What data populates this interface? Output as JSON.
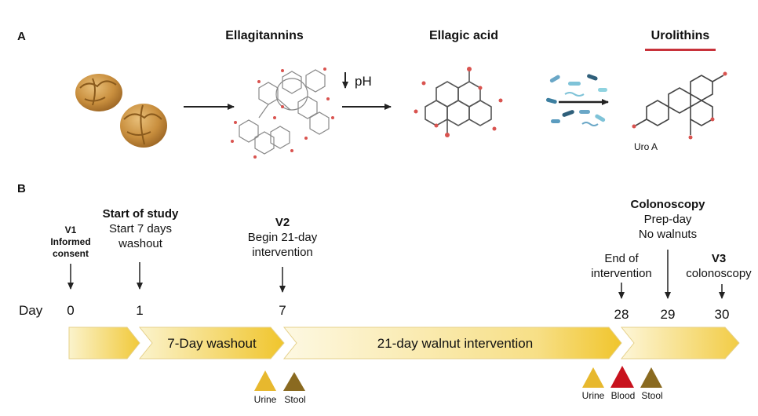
{
  "panelA": {
    "letter": "A",
    "stage1": "Ellagitannins",
    "stage2": "Ellagic acid",
    "stage3": "Urolithins",
    "ph_label": "pH",
    "uro_label": "Uro A"
  },
  "panelB": {
    "letter": "B",
    "v1_title": "V1",
    "v1_line1": "Informed",
    "v1_line2": "consent",
    "start_title": "Start of study",
    "start_line1": "Start 7 days",
    "start_line2": "washout",
    "v2_title": "V2",
    "v2_line1": "Begin 21-day",
    "v2_line2": "intervention",
    "end_line1": "End of",
    "end_line2": "intervention",
    "colo_title": "Colonoscopy",
    "colo_line1": "Prep-day",
    "colo_line2": "No walnuts",
    "v3_title": "V3",
    "v3_line1": "colonoscopy",
    "day_label": "Day",
    "days": [
      "0",
      "1",
      "7",
      "28",
      "29",
      "30"
    ],
    "seg_washout": "7-Day washout",
    "seg_intervention": "21-day walnut intervention",
    "markers": [
      "Urine",
      "Stool",
      "Urine",
      "Blood",
      "Stool"
    ],
    "colors": {
      "urine": "#e7b82e",
      "stool": "#8a6a20",
      "blood": "#c8121d",
      "underline": "#c8323a",
      "bar_dark": "#f0c62c",
      "bar_light": "#fbf2c6"
    }
  }
}
